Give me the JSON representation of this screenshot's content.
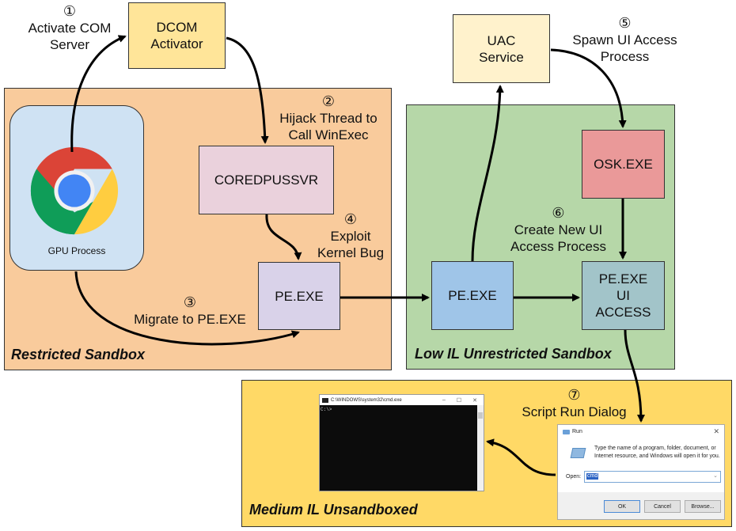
{
  "zones": {
    "restricted": {
      "label": "Restricted Sandbox",
      "color": "#f9cb9c"
    },
    "low_il": {
      "label": "Low IL Unrestricted Sandbox",
      "color": "#b6d7a8"
    },
    "medium_il": {
      "label": "Medium IL Unsandboxed",
      "color": "#ffd966"
    }
  },
  "nodes": {
    "dcom": {
      "label_line1": "DCOM",
      "label_line2": "Activator",
      "color": "#ffe599"
    },
    "gpu": {
      "label": "GPU Process",
      "icon": "chrome-logo-icon",
      "color": "#cfe2f3"
    },
    "coredpussvr": {
      "label": "COREDPUSSVR",
      "color": "#ead1dc"
    },
    "pe_restricted": {
      "label": "PE.EXE",
      "color": "#d9d2e9"
    },
    "uac": {
      "label_line1": "UAC",
      "label_line2": "Service",
      "color": "#fff2cc"
    },
    "osk": {
      "label": "OSK.EXE",
      "color": "#ea9999"
    },
    "pe_low": {
      "label": "PE.EXE",
      "color": "#9fc5e8"
    },
    "pe_uiaccess": {
      "label_line1": "PE.EXE",
      "label_line2": "UI",
      "label_line3": "ACCESS",
      "color": "#a2c4c9"
    }
  },
  "steps": [
    {
      "num": "①",
      "line1": "Activate COM",
      "line2": "Server"
    },
    {
      "num": "②",
      "line1": "Hijack Thread to",
      "line2": "Call WinExec"
    },
    {
      "num": "③",
      "line1": "Migrate to PE.EXE"
    },
    {
      "num": "④",
      "line1": "Exploit",
      "line2": "Kernel Bug"
    },
    {
      "num": "⑤",
      "line1": "Spawn UI Access",
      "line2": "Process"
    },
    {
      "num": "⑥",
      "line1": "Create New UI",
      "line2": "Access Process"
    },
    {
      "num": "⑦",
      "line1": "Script Run Dialog"
    }
  ],
  "cmd_window": {
    "title": "C:\\WINDOWS\\system32\\cmd.exe",
    "minimize": "–",
    "maximize": "☐",
    "close": "✕",
    "prompt": "C:\\>"
  },
  "run_dialog": {
    "title": "Run",
    "close": "✕",
    "description_line1": "Type the name of a program, folder, document, or",
    "description_line2": "Internet resource, and Windows will open it for you.",
    "open_label": "Open:",
    "open_value": "cmd",
    "ok_label": "OK",
    "cancel_label": "Cancel",
    "browse_label": "Browse..."
  }
}
